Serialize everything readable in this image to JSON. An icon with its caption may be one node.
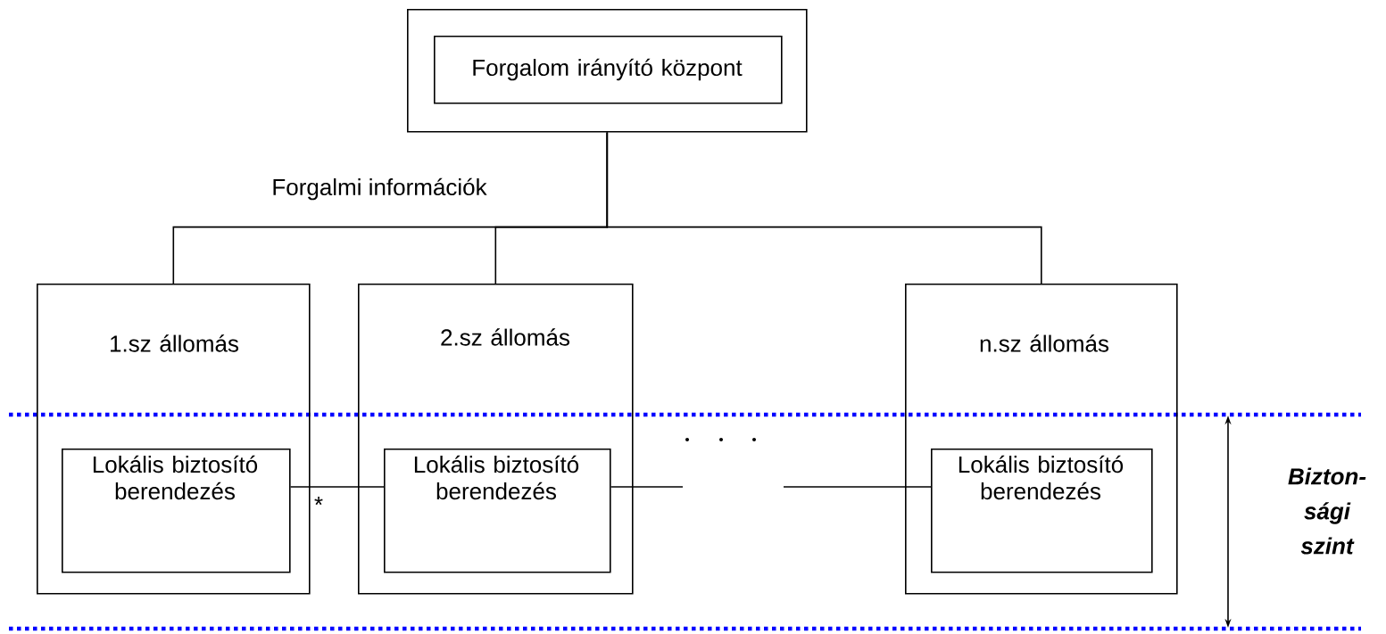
{
  "diagram": {
    "nodes": [
      {
        "text": [],
        "shape": "box"
      },
      {
        "text": [
          "Forgalom irányító központ"
        ],
        "in": 0
      },
      {
        "text": [
          "1.sz állomás"
        ]
      },
      {
        "text": [
          "Lokális biztosító berendezés"
        ],
        "in": 2
      },
      {
        "text": [
          "2.sz állomás"
        ]
      },
      {
        "text": [
          "Lokális biztosító berendezés"
        ],
        "in": 4
      },
      {
        "text": [
          "n.sz állomás"
        ]
      },
      {
        "text": [
          "Lokális biztosító berendezés"
        ],
        "in": 6
      }
    ],
    "edges": [
      {
        "from": 0,
        "to": 2,
        "arrow": "none"
      },
      {
        "from": 0,
        "to": 4,
        "arrow": "none"
      },
      {
        "from": 0,
        "to": 6,
        "arrow": "none"
      },
      {
        "from": 3,
        "to": 5,
        "arrow": "none",
        "label": "*"
      },
      {
        "from": 5,
        "to": null,
        "arrow": "none"
      },
      {
        "from": null,
        "to": 7,
        "arrow": "none"
      }
    ],
    "labels": [
      "Forgalmi információk",
      "Bizton- sági szint"
    ]
  }
}
